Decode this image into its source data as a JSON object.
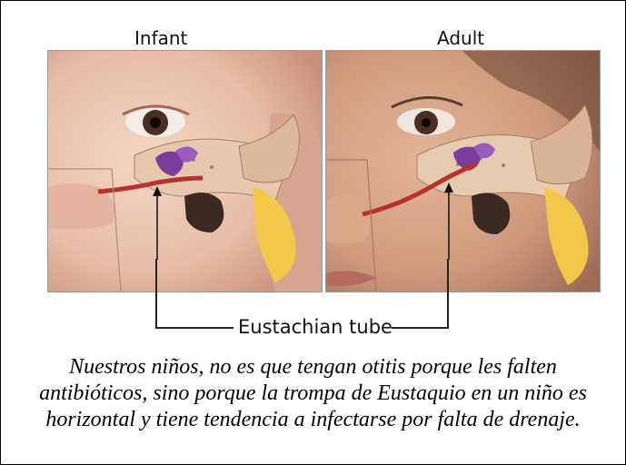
{
  "diagram": {
    "infant_label": "Infant",
    "adult_label": "Adult",
    "pointer_label": "Eustachian tube",
    "caption": "Nuestros niños, no es que tengan otitis porque les falten antibióticos, sino porque la trompa  de Eustaquio en un niño es horizontal y tiene tendencia a infectarse por falta de drenaje.",
    "colors": {
      "skin_infant": "#e8c3ad",
      "skin_adult": "#d9a88a",
      "tube": "#b7322c",
      "bone": "#e8cbb0",
      "ossicles": "#7a3d9c",
      "cochlea": "#3b2a22",
      "fat": "#f2c84b"
    }
  }
}
